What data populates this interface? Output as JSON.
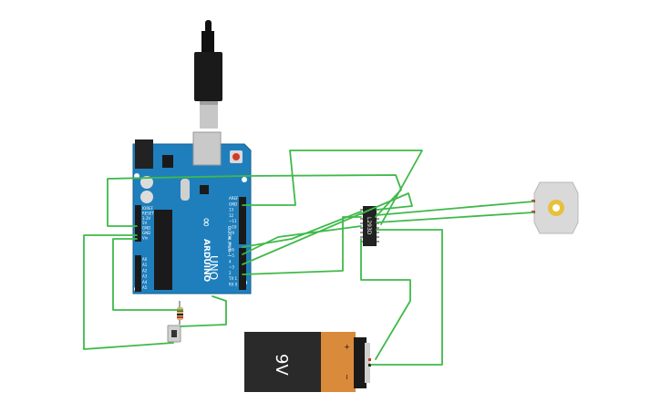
{
  "arduino": {
    "brand_text": "ARDUINO",
    "model_text": "UNO",
    "digital_label": "DIGITAL (PWM~)",
    "header_labels": [
      "AREF",
      "GND",
      "13",
      "12",
      "~11",
      "~10",
      "~9",
      "8",
      "7",
      "~6",
      "~5",
      "4",
      "~3",
      "2",
      "TX 1",
      "RX 0"
    ],
    "power_labels": [
      "IOREF",
      "RESET",
      "3.3V",
      "5V",
      "GND",
      "GND",
      "Vin"
    ],
    "analog_labels": [
      "A0",
      "A1",
      "A2",
      "A3",
      "A4",
      "A5"
    ]
  },
  "driver_ic": {
    "label": "L293D"
  },
  "battery": {
    "label": "9V",
    "plus": "+",
    "minus": "−"
  },
  "colors": {
    "wire": "#3fb94a",
    "board": "#1f7fbd",
    "battery_body": "#2a2a2a",
    "battery_cap": "#d98a3a",
    "motor": "#d9d9d9",
    "motor_shaft": "#e8c13a"
  },
  "icons": [
    "usb-cable-icon",
    "motor-icon",
    "push-button-icon",
    "resistor-icon"
  ]
}
